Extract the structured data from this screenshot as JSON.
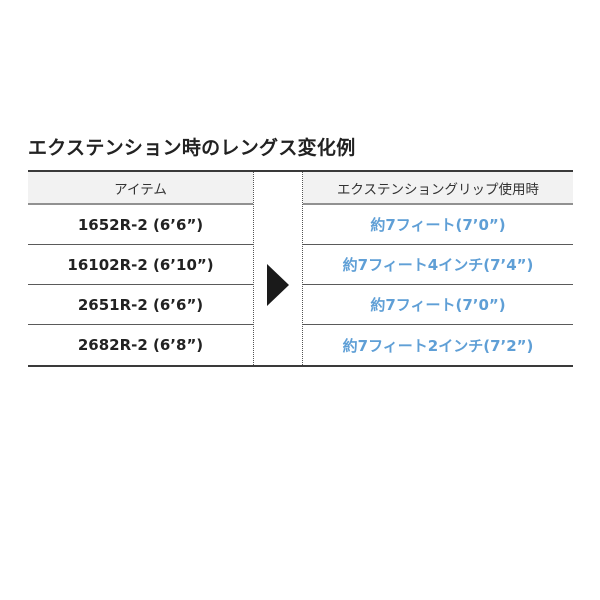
{
  "page": {
    "title": "エクステンション時のレングス変化例"
  },
  "table": {
    "headers": [
      "アイテム",
      "エクステンショングリップ使用時"
    ],
    "rows": [
      {
        "item": "1652R-2 (6’6”)",
        "extended": "約7フィート(7’0”)"
      },
      {
        "item": "16102R-2 (6’10”)",
        "extended": "約7フィート4インチ(7’4”)"
      },
      {
        "item": "2651R-2 (6’6”)",
        "extended": "約7フィート(7’0”)"
      },
      {
        "item": "2682R-2 (6’8”)",
        "extended": "約7フィート2インチ(7’2”)"
      }
    ],
    "arrow_icon": "right-arrow"
  },
  "colors": {
    "accent_blue": "#5f9fd6",
    "header_bg": "#f2f2f2",
    "border_dark": "#3a3a3a",
    "header_underline": "#919191",
    "row_separator": "#5a5a5a",
    "text_dark": "#222222",
    "arrow_black": "#1a1a1a"
  }
}
